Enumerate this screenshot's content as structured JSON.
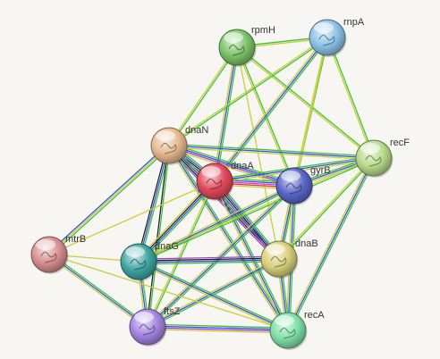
{
  "network": {
    "nodes": [
      {
        "id": "rpmH",
        "label": "rpmH",
        "color": "#7cc468"
      },
      {
        "id": "rnpA",
        "label": "rnpA",
        "color": "#8ec3e6"
      },
      {
        "id": "dnaN",
        "label": "dnaN",
        "color": "#e6b98f"
      },
      {
        "id": "recF",
        "label": "recF",
        "color": "#b7db8a"
      },
      {
        "id": "dnaA",
        "label": "dnaA",
        "color": "#e34a5c"
      },
      {
        "id": "gyrB",
        "label": "gyrB",
        "color": "#5a66c9"
      },
      {
        "id": "dnaB",
        "label": "dnaB",
        "color": "#d8d07a"
      },
      {
        "id": "mtrB",
        "label": "mtrB",
        "color": "#d89090"
      },
      {
        "id": "dnaG",
        "label": "dnaG",
        "color": "#3fa6a2"
      },
      {
        "id": "ftsZ",
        "label": "ftsZ",
        "color": "#a585e0"
      },
      {
        "id": "recA",
        "label": "recA",
        "color": "#7fe0a6"
      }
    ],
    "evidence_colors": {
      "green": "#3cc23c",
      "blue": "#3a4fe0",
      "black": "#222222",
      "purple": "#a33fc9",
      "magenta": "#e03ad6",
      "yellow": "#c9cf3a",
      "cyan": "#3ac9c9",
      "red": "#e03a3a"
    },
    "edges": [
      {
        "source": "rpmH",
        "target": "rnpA",
        "evidence": [
          "green",
          "yellow"
        ]
      },
      {
        "source": "rpmH",
        "target": "dnaN",
        "evidence": [
          "green",
          "yellow"
        ]
      },
      {
        "source": "rpmH",
        "target": "dnaA",
        "evidence": [
          "green",
          "blue",
          "yellow"
        ]
      },
      {
        "source": "rpmH",
        "target": "gyrB",
        "evidence": [
          "green",
          "yellow"
        ]
      },
      {
        "source": "rpmH",
        "target": "recF",
        "evidence": [
          "green",
          "yellow"
        ]
      },
      {
        "source": "rpmH",
        "target": "dnaB",
        "evidence": [
          "yellow"
        ]
      },
      {
        "source": "rnpA",
        "target": "dnaN",
        "evidence": [
          "green",
          "yellow"
        ]
      },
      {
        "source": "rnpA",
        "target": "dnaA",
        "evidence": [
          "green",
          "blue",
          "yellow"
        ]
      },
      {
        "source": "rnpA",
        "target": "gyrB",
        "evidence": [
          "green",
          "yellow"
        ]
      },
      {
        "source": "rnpA",
        "target": "recF",
        "evidence": [
          "green",
          "yellow"
        ]
      },
      {
        "source": "rnpA",
        "target": "dnaB",
        "evidence": [
          "yellow"
        ]
      },
      {
        "source": "dnaN",
        "target": "dnaA",
        "evidence": [
          "green",
          "blue",
          "black",
          "purple",
          "yellow"
        ]
      },
      {
        "source": "dnaN",
        "target": "gyrB",
        "evidence": [
          "green",
          "blue",
          "purple",
          "yellow"
        ]
      },
      {
        "source": "dnaN",
        "target": "recF",
        "evidence": [
          "green",
          "blue",
          "yellow"
        ]
      },
      {
        "source": "dnaN",
        "target": "dnaB",
        "evidence": [
          "green",
          "blue",
          "black",
          "purple"
        ]
      },
      {
        "source": "dnaN",
        "target": "dnaG",
        "evidence": [
          "green",
          "blue",
          "black"
        ]
      },
      {
        "source": "dnaN",
        "target": "recA",
        "evidence": [
          "green",
          "blue",
          "yellow"
        ]
      },
      {
        "source": "dnaN",
        "target": "mtrB",
        "evidence": [
          "green",
          "yellow",
          "blue"
        ]
      },
      {
        "source": "dnaN",
        "target": "ftsZ",
        "evidence": [
          "green",
          "black"
        ]
      },
      {
        "source": "dnaA",
        "target": "gyrB",
        "evidence": [
          "green",
          "blue",
          "magenta",
          "red",
          "yellow"
        ]
      },
      {
        "source": "dnaA",
        "target": "recF",
        "evidence": [
          "green",
          "blue",
          "yellow"
        ]
      },
      {
        "source": "dnaA",
        "target": "dnaB",
        "evidence": [
          "green",
          "blue",
          "black",
          "purple"
        ]
      },
      {
        "source": "dnaA",
        "target": "dnaG",
        "evidence": [
          "green",
          "blue",
          "black",
          "yellow"
        ]
      },
      {
        "source": "dnaA",
        "target": "recA",
        "evidence": [
          "green",
          "blue",
          "yellow"
        ]
      },
      {
        "source": "dnaA",
        "target": "mtrB",
        "evidence": [
          "yellow"
        ]
      },
      {
        "source": "dnaA",
        "target": "ftsZ",
        "evidence": [
          "green",
          "yellow"
        ]
      },
      {
        "source": "gyrB",
        "target": "recF",
        "evidence": [
          "green",
          "blue",
          "yellow"
        ]
      },
      {
        "source": "gyrB",
        "target": "dnaB",
        "evidence": [
          "green",
          "blue",
          "yellow"
        ]
      },
      {
        "source": "gyrB",
        "target": "dnaG",
        "evidence": [
          "green",
          "blue",
          "yellow"
        ]
      },
      {
        "source": "gyrB",
        "target": "recA",
        "evidence": [
          "green",
          "blue",
          "yellow"
        ]
      },
      {
        "source": "gyrB",
        "target": "ftsZ",
        "evidence": [
          "green",
          "blue",
          "yellow"
        ]
      },
      {
        "source": "recF",
        "target": "dnaB",
        "evidence": [
          "green",
          "yellow"
        ]
      },
      {
        "source": "recF",
        "target": "recA",
        "evidence": [
          "green",
          "blue",
          "yellow"
        ]
      },
      {
        "source": "recF",
        "target": "dnaG",
        "evidence": [
          "green",
          "yellow"
        ]
      },
      {
        "source": "dnaB",
        "target": "dnaG",
        "evidence": [
          "green",
          "blue",
          "black",
          "purple"
        ]
      },
      {
        "source": "dnaB",
        "target": "recA",
        "evidence": [
          "green",
          "blue",
          "yellow"
        ]
      },
      {
        "source": "dnaB",
        "target": "ftsZ",
        "evidence": [
          "green",
          "blue",
          "yellow"
        ]
      },
      {
        "source": "dnaG",
        "target": "recA",
        "evidence": [
          "green",
          "blue",
          "yellow"
        ]
      },
      {
        "source": "dnaG",
        "target": "ftsZ",
        "evidence": [
          "green",
          "blue",
          "yellow"
        ]
      },
      {
        "source": "dnaG",
        "target": "mtrB",
        "evidence": [
          "yellow"
        ]
      },
      {
        "source": "ftsZ",
        "target": "recA",
        "evidence": [
          "green",
          "blue",
          "purple",
          "yellow"
        ]
      },
      {
        "source": "mtrB",
        "target": "ftsZ",
        "evidence": [
          "green",
          "blue",
          "yellow"
        ]
      },
      {
        "source": "mtrB",
        "target": "recA",
        "evidence": [
          "yellow"
        ]
      }
    ]
  }
}
